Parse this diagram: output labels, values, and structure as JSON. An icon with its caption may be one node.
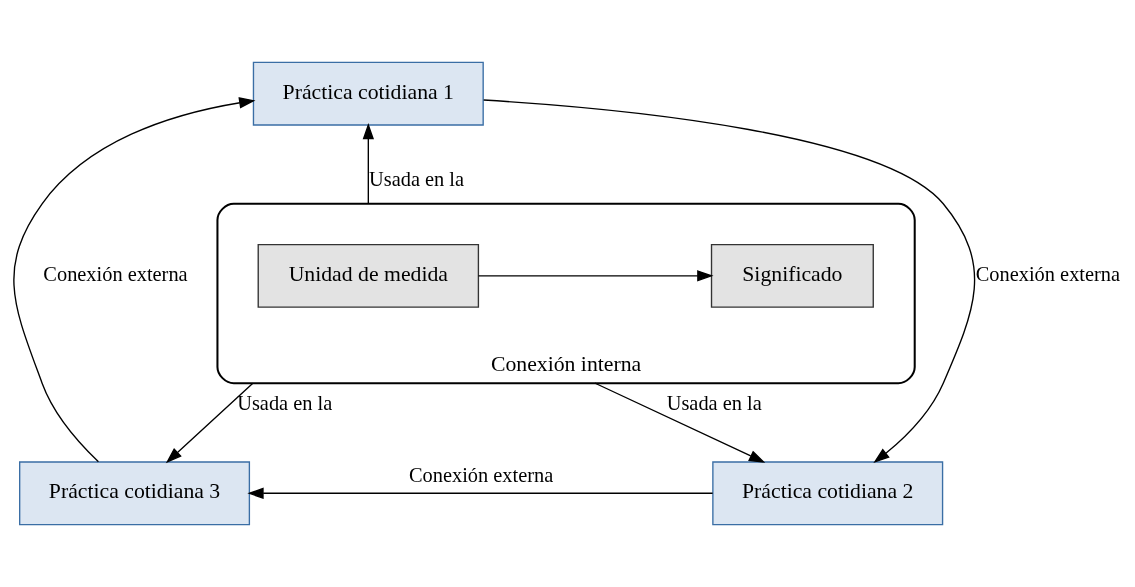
{
  "diagram": {
    "nodes": [
      {
        "text": [
          "Práctica cotidiana 1"
        ]
      },
      {
        "text": [
          "Conexión interna"
        ]
      },
      {
        "text": [
          "Unidad de medida"
        ],
        "in": 1
      },
      {
        "text": [
          "Significado"
        ],
        "in": 1
      },
      {
        "text": [
          "Práctica cotidiana 3"
        ]
      },
      {
        "text": [
          "Práctica cotidiana 2"
        ]
      }
    ],
    "edges": [
      {
        "from": 4,
        "to": 0,
        "arrow": "to",
        "label": "Conexión externa"
      },
      {
        "from": 0,
        "to": 5,
        "arrow": "to",
        "label": "Conexión externa"
      },
      {
        "from": 5,
        "to": 4,
        "arrow": "to",
        "label": "Conexión externa"
      },
      {
        "from": 2,
        "to": 3,
        "arrow": "to"
      },
      {
        "from": 1,
        "to": 0,
        "arrow": "to",
        "label": "Usada en la"
      },
      {
        "from": 1,
        "to": 4,
        "arrow": "to",
        "label": "Usada en la"
      },
      {
        "from": 1,
        "to": 5,
        "arrow": "to",
        "label": "Usada en la"
      }
    ]
  }
}
